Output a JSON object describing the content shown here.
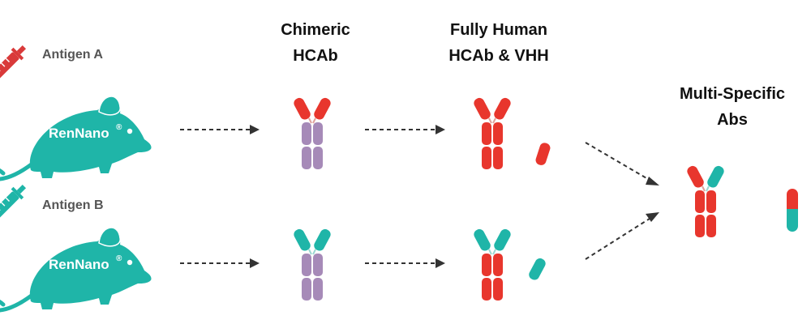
{
  "colors": {
    "teal": "#1fb5a8",
    "red": "#e8362d",
    "purple": "#a68ab8",
    "arrow": "#333333",
    "text": "#111111",
    "antigen_text": "#555555"
  },
  "rows": [
    {
      "antigen_label": "Antigen A",
      "syringe_color": "#d93a3a",
      "mouse_label": "RenNano",
      "mouse_mark": "®"
    },
    {
      "antigen_label": "Antigen B",
      "syringe_color": "#1fb5a8",
      "mouse_label": "RenNano",
      "mouse_mark": "®"
    }
  ],
  "stages": {
    "chimeric": {
      "line1": "Chimeric",
      "line2": "HCAb"
    },
    "human": {
      "line1": "Fully Human",
      "line2": "HCAb & VHH"
    },
    "multi": {
      "line1": "Multi-Specific",
      "line2": "Abs"
    }
  },
  "icons": [
    "syringe-icon",
    "mouse-icon",
    "antibody-icon",
    "vhh-icon",
    "arrow-icon"
  ]
}
